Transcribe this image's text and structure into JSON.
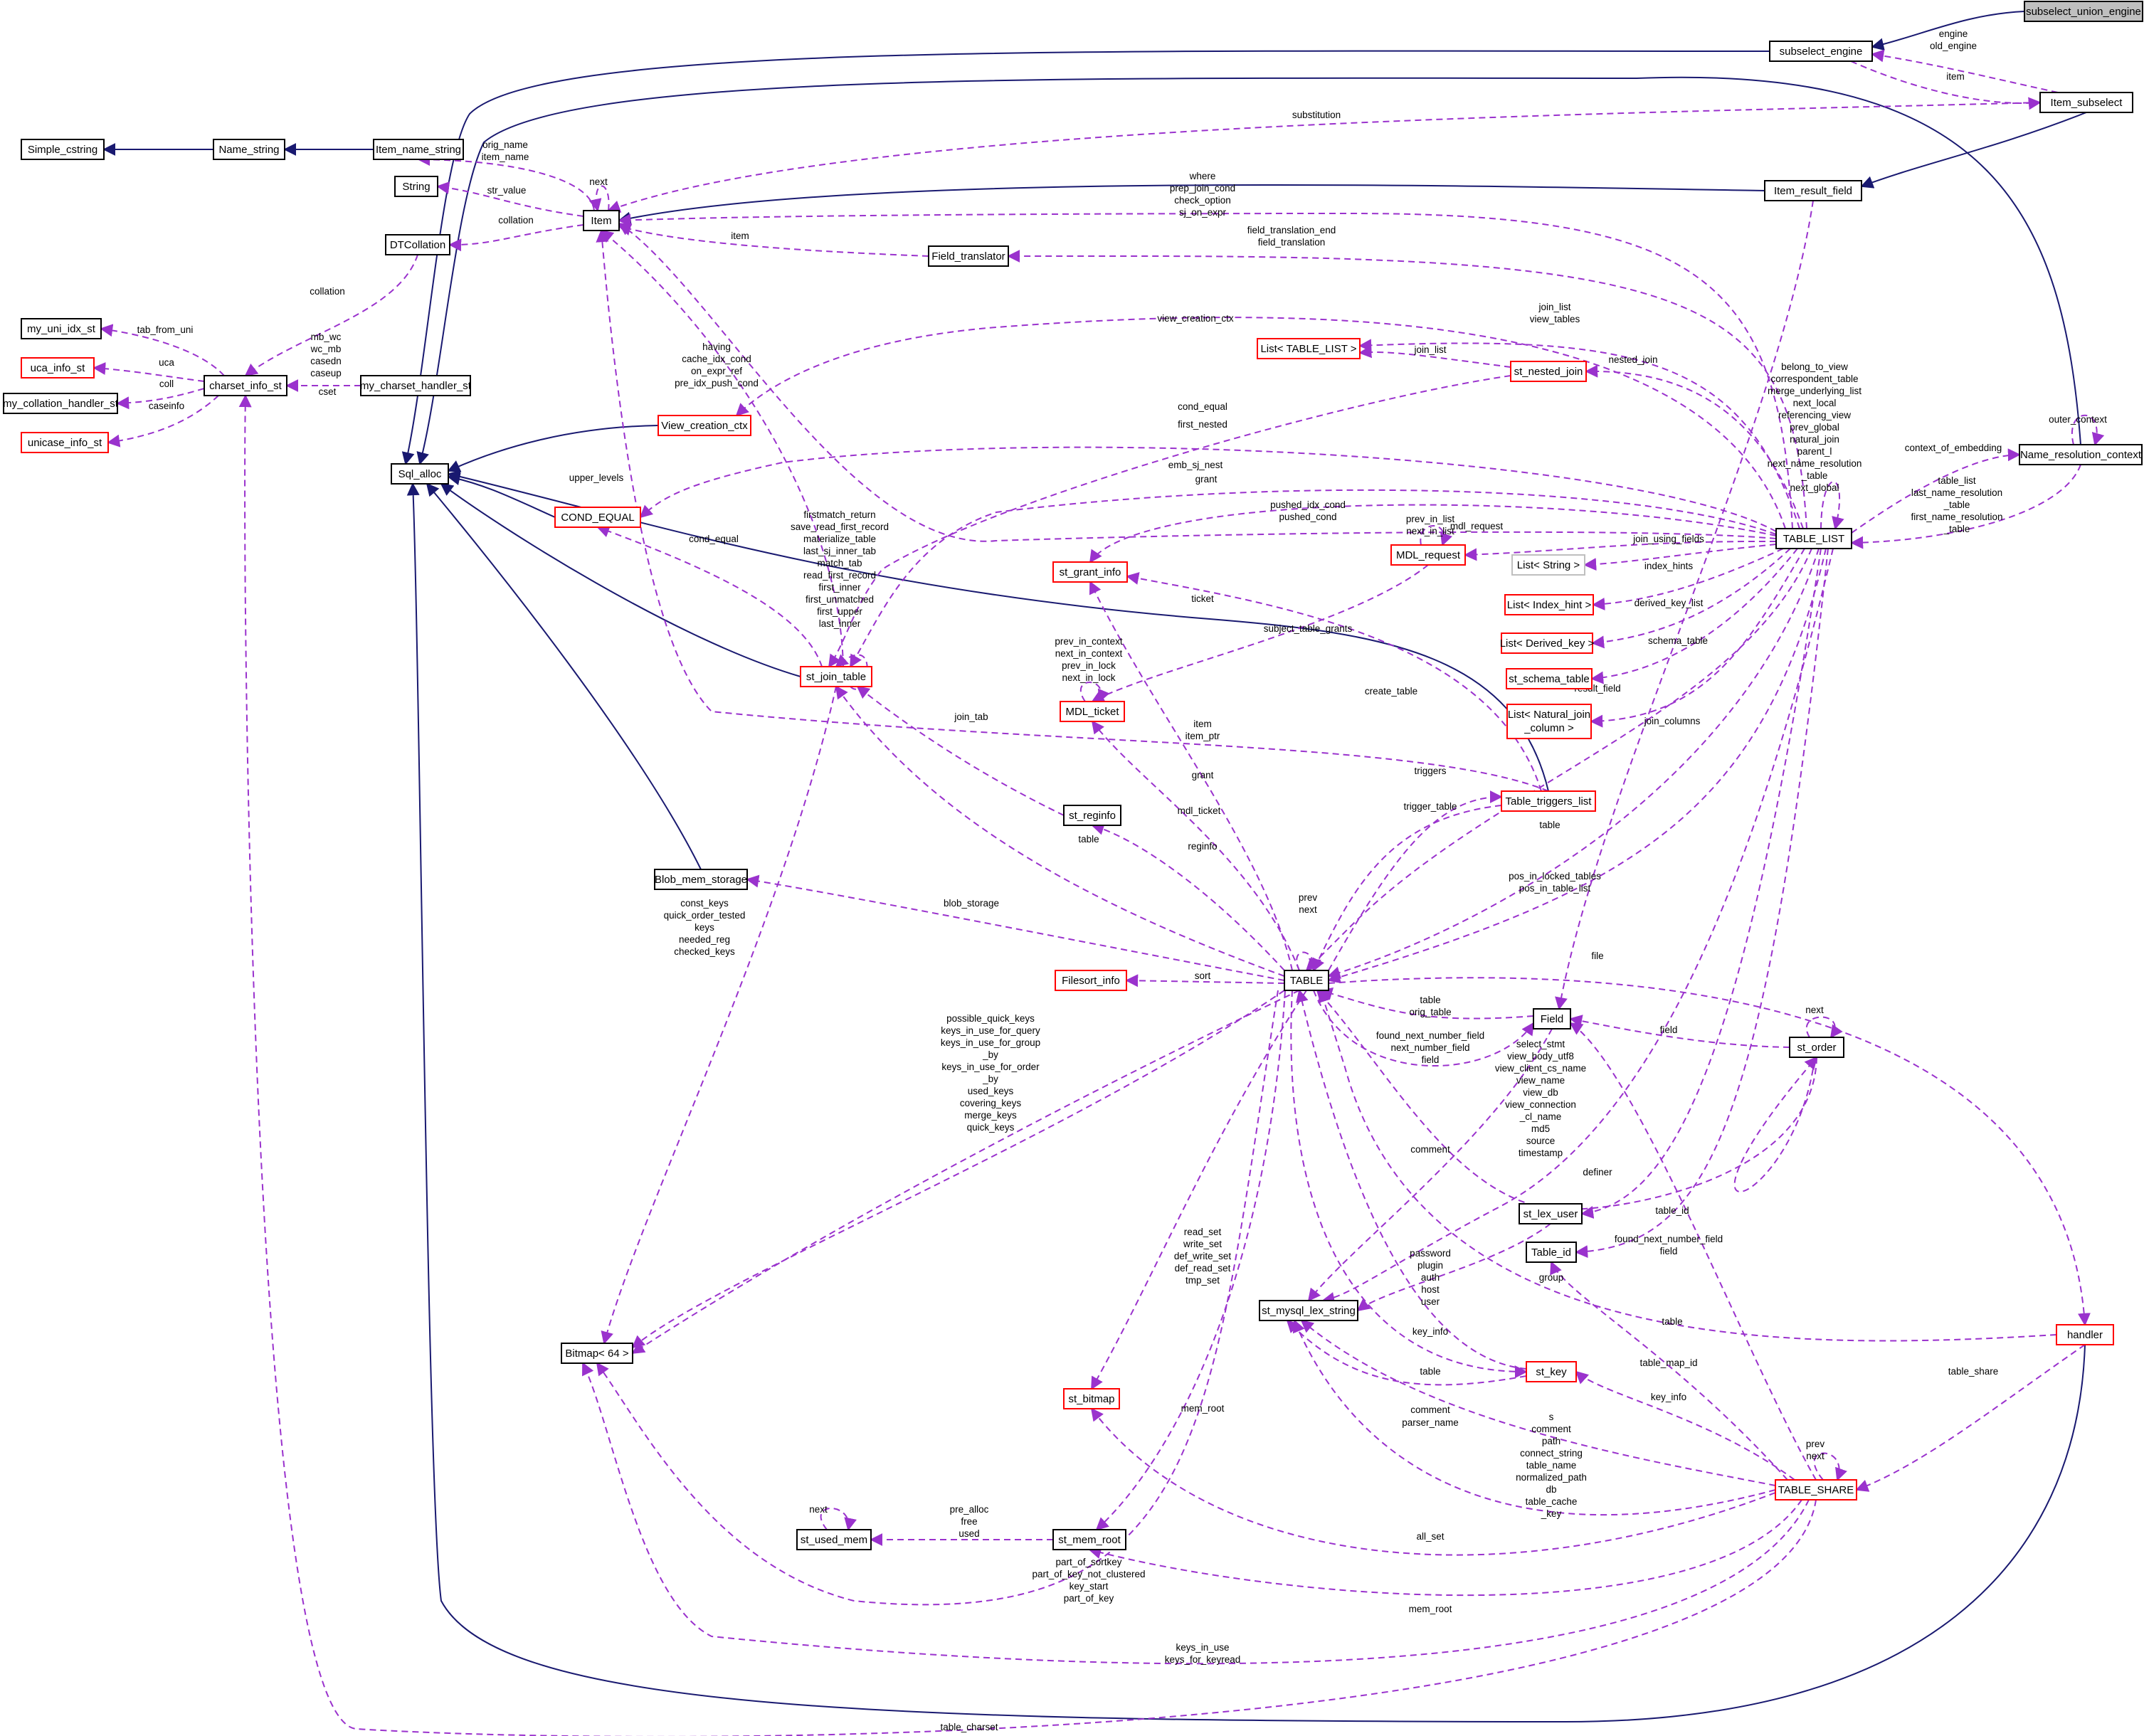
{
  "colors": {
    "inherit_edge": "#191970",
    "use_edge": "#9a32cd",
    "complete_border": "#000000",
    "incomplete_border": "#ff0000",
    "undocumented_border": "#bfbfbf",
    "root_fill": "#bfbfbf"
  },
  "nodes": {
    "subselect_union_engine": {
      "label": "subselect_union_engine",
      "kind": "root"
    },
    "subselect_engine": {
      "label": "subselect_engine",
      "kind": "normal"
    },
    "Item_subselect": {
      "label": "Item_subselect",
      "kind": "normal"
    },
    "Item_result_field": {
      "label": "Item_result_field",
      "kind": "normal"
    },
    "Name_resolution_context": {
      "label": "Name_resolution_context",
      "kind": "normal"
    },
    "Simple_cstring": {
      "label": "Simple_cstring",
      "kind": "normal"
    },
    "Name_string": {
      "label": "Name_string",
      "kind": "normal"
    },
    "Item_name_string": {
      "label": "Item_name_string",
      "kind": "normal"
    },
    "String": {
      "label": "String",
      "kind": "normal"
    },
    "Item": {
      "label": "Item",
      "kind": "normal"
    },
    "DTCollation": {
      "label": "DTCollation",
      "kind": "normal"
    },
    "Field_translator": {
      "label": "Field_translator",
      "kind": "normal"
    },
    "my_uni_idx_st": {
      "label": "my_uni_idx_st",
      "kind": "normal"
    },
    "uca_info_st": {
      "label": "uca_info_st",
      "kind": "incomplete"
    },
    "charset_info_st": {
      "label": "charset_info_st",
      "kind": "normal"
    },
    "my_charset_handler_st": {
      "label": "my_charset_handler_st",
      "kind": "normal"
    },
    "my_collation_handler_st": {
      "label": "my_collation_handler_st",
      "kind": "normal"
    },
    "unicase_info_st": {
      "label": "unicase_info_st",
      "kind": "incomplete"
    },
    "Sql_alloc": {
      "label": "Sql_alloc",
      "kind": "normal"
    },
    "COND_EQUAL": {
      "label": "COND_EQUAL",
      "kind": "incomplete"
    },
    "View_creation_ctx": {
      "label": "View_creation_ctx",
      "kind": "incomplete"
    },
    "List_TABLE_LIST": {
      "label": "List< TABLE_LIST >",
      "kind": "incomplete"
    },
    "st_nested_join": {
      "label": "st_nested_join",
      "kind": "incomplete"
    },
    "TABLE_LIST": {
      "label": "TABLE_LIST",
      "kind": "normal"
    },
    "MDL_request": {
      "label": "MDL_request",
      "kind": "incomplete"
    },
    "List_String": {
      "label": "List< String >",
      "kind": "undocumented"
    },
    "List_Index_hint": {
      "label": "List< Index_hint >",
      "kind": "incomplete"
    },
    "List_Derived_key": {
      "label": "List< Derived_key >",
      "kind": "incomplete"
    },
    "st_schema_table": {
      "label": "st_schema_table",
      "kind": "incomplete"
    },
    "List_Natural_join_column_1": {
      "label": "List< Natural_join",
      "kind": "incomplete"
    },
    "List_Natural_join_column_2": {
      "label": "_column >",
      "kind": "incomplete"
    },
    "st_grant_info": {
      "label": "st_grant_info",
      "kind": "incomplete"
    },
    "MDL_ticket": {
      "label": "MDL_ticket",
      "kind": "incomplete"
    },
    "st_join_table": {
      "label": "st_join_table",
      "kind": "incomplete"
    },
    "st_reginfo": {
      "label": "st_reginfo",
      "kind": "normal"
    },
    "Table_triggers_list": {
      "label": "Table_triggers_list",
      "kind": "incomplete"
    },
    "Blob_mem_storage": {
      "label": "Blob_mem_storage",
      "kind": "normal"
    },
    "Filesort_info": {
      "label": "Filesort_info",
      "kind": "incomplete"
    },
    "TABLE": {
      "label": "TABLE",
      "kind": "normal"
    },
    "Field": {
      "label": "Field",
      "kind": "normal"
    },
    "st_order": {
      "label": "st_order",
      "kind": "normal"
    },
    "st_lex_user": {
      "label": "st_lex_user",
      "kind": "normal"
    },
    "Table_id": {
      "label": "Table_id",
      "kind": "normal"
    },
    "Bitmap64": {
      "label": "Bitmap< 64 >",
      "kind": "normal"
    },
    "st_mysql_lex_string": {
      "label": "st_mysql_lex_string",
      "kind": "normal"
    },
    "handler": {
      "label": "handler",
      "kind": "incomplete"
    },
    "st_key": {
      "label": "st_key",
      "kind": "incomplete"
    },
    "st_bitmap": {
      "label": "st_bitmap",
      "kind": "incomplete"
    },
    "TABLE_SHARE": {
      "label": "TABLE_SHARE",
      "kind": "incomplete"
    },
    "st_used_mem": {
      "label": "st_used_mem",
      "kind": "normal"
    },
    "st_mem_root": {
      "label": "st_mem_root",
      "kind": "normal"
    }
  },
  "edge_labels": {
    "engine_old_engine": [
      "engine",
      "old_engine"
    ],
    "item": [
      "item"
    ],
    "substitution": [
      "substitution"
    ],
    "orig_name_item_name": [
      "orig_name",
      "item_name"
    ],
    "next_item": [
      "next"
    ],
    "str_value": [
      "str_value"
    ],
    "collation_item": [
      "collation"
    ],
    "where_group": [
      "where",
      "prep_join_cond",
      "check_option",
      "sj_on_expr"
    ],
    "item_field_translator": [
      "item"
    ],
    "field_translation": [
      "field_translation_end",
      "field_translation"
    ],
    "collation_charset": [
      "collation"
    ],
    "tab_from_uni": [
      "tab_from_uni"
    ],
    "charset_handler_fields": [
      "mb_wc",
      "wc_mb",
      "casedn",
      "caseup"
    ],
    "uca": [
      "uca"
    ],
    "cset": [
      "cset"
    ],
    "coll": [
      "coll"
    ],
    "caseinfo": [
      "caseinfo"
    ],
    "having_group": [
      "having",
      "cache_idx_cond",
      "on_expr_ref",
      "pre_idx_push_cond"
    ],
    "view_creation_ctx": [
      "view_creation_ctx"
    ],
    "join_list_group": [
      "join_list",
      "view_tables"
    ],
    "join_list": [
      "join_list"
    ],
    "nested_join": [
      "nested_join"
    ],
    "table_list_self": [
      "belong_to_view",
      "correspondent_table",
      "merge_underlying_list",
      "next_local",
      "referencing_view",
      "prev_global",
      "natural_join",
      "parent_l",
      "next_name_resolution",
      "_table",
      "next_global"
    ],
    "outer_context": [
      "outer_context"
    ],
    "context_of_embedding": [
      "context_of_embedding"
    ],
    "name_resolution_group": [
      "table_list",
      "last_name_resolution",
      "_table",
      "first_name_resolution",
      "_table"
    ],
    "cond_equal_table_list": [
      "cond_equal"
    ],
    "first_nested": [
      "first_nested"
    ],
    "upper_levels": [
      "upper_levels"
    ],
    "cond_equal_join": [
      "cond_equal"
    ],
    "emb_sj_nest": [
      "emb_sj_nest"
    ],
    "grant": [
      "grant"
    ],
    "pushed_group": [
      "pushed_idx_cond",
      "pushed_cond"
    ],
    "mdl_request_self": [
      "prev_in_list",
      "next_in_list"
    ],
    "mdl_request": [
      "mdl_request"
    ],
    "join_using_fields": [
      "join_using_fields"
    ],
    "index_hints": [
      "index_hints"
    ],
    "derived_key_list": [
      "derived_key_list"
    ],
    "schema_table": [
      "schema_table"
    ],
    "join_columns": [
      "join_columns"
    ],
    "join_tab_self": [
      "firstmatch_return",
      "save_read_first_record",
      "materialize_table",
      "last_sj_inner_tab",
      "match_tab",
      "read_first_record",
      "first_inner",
      "first_unmatched",
      "first_upper",
      "last_inner"
    ],
    "ticket": [
      "ticket"
    ],
    "mdl_ticket_self": [
      "prev_in_context",
      "next_in_context",
      "prev_in_lock",
      "next_in_lock"
    ],
    "subject_table_grants": [
      "subject_table_grants"
    ],
    "create_table": [
      "create_table"
    ],
    "result_field": [
      "result_field"
    ],
    "item_item_ptr": [
      "item",
      "item_ptr"
    ],
    "join_tab": [
      "join_tab"
    ],
    "grant_table": [
      "grant"
    ],
    "triggers": [
      "triggers"
    ],
    "trigger_table": [
      "trigger_table"
    ],
    "mdl_ticket": [
      "mdl_ticket"
    ],
    "table_join": [
      "table"
    ],
    "table_from_list": [
      "table"
    ],
    "reginfo": [
      "reginfo"
    ],
    "pos_locked": [
      "pos_in_locked_tables",
      "pos_in_table_list"
    ],
    "blob_storage": [
      "blob_storage"
    ],
    "const_keys_group": [
      "const_keys",
      "quick_order_tested",
      "keys",
      "needed_reg",
      "checked_keys"
    ],
    "prev_next_table": [
      "prev",
      "next"
    ],
    "file": [
      "file"
    ],
    "sort": [
      "sort"
    ],
    "table_orig_table": [
      "table",
      "orig_table"
    ],
    "found_next_number_field": [
      "found_next_number_field",
      "next_number_field",
      "field"
    ],
    "next_order": [
      "next"
    ],
    "field_order": [
      "field"
    ],
    "lex_strings_table_list": [
      "select_stmt",
      "view_body_utf8",
      "view_client_cs_name",
      "view_name",
      "view_db",
      "view_connection",
      "_cl_name",
      "md5",
      "source",
      "timestamp"
    ],
    "possible_keys_group": [
      "possible_quick_keys",
      "keys_in_use_for_query",
      "keys_in_use_for_group",
      "_by",
      "keys_in_use_for_order",
      "_by",
      "used_keys",
      "covering_keys",
      "merge_keys",
      "quick_keys"
    ],
    "comment_field": [
      "comment"
    ],
    "definer": [
      "definer"
    ],
    "table_id": [
      "table_id"
    ],
    "found_next_number_field_share": [
      "found_next_number_field",
      "field"
    ],
    "read_set_group": [
      "read_set",
      "write_set",
      "def_write_set",
      "def_read_set",
      "tmp_set"
    ],
    "lex_user_fields": [
      "password",
      "plugin",
      "auth",
      "host",
      "user"
    ],
    "group": [
      "group"
    ],
    "table_handler": [
      "table"
    ],
    "key_info": [
      "key_info"
    ],
    "table_map_id": [
      "table_map_id"
    ],
    "table_share": [
      "table_share"
    ],
    "table_key": [
      "table"
    ],
    "comment_key": [
      "comment"
    ],
    "parser_name": [
      "parser_name"
    ],
    "key_info_share": [
      "key_info"
    ],
    "mem_root_table": [
      "mem_root"
    ],
    "prev_next_share": [
      "prev",
      "next"
    ],
    "share_strings": [
      "s",
      "comment",
      "path",
      "connect_string",
      "table_name",
      "normalized_path",
      "db",
      "table_cache",
      "_key"
    ],
    "next_used_mem": [
      "next"
    ],
    "mem_root_fields": [
      "pre_alloc",
      "free",
      "used"
    ],
    "all_set": [
      "all_set"
    ],
    "part_of_sortkey_group": [
      "part_of_sortkey",
      "part_of_key_not_clustered",
      "key_start",
      "part_of_key"
    ],
    "mem_root_share": [
      "mem_root"
    ],
    "keys_in_use_group": [
      "keys_in_use",
      "keys_for_keyread"
    ],
    "table_charset": [
      "table_charset"
    ]
  }
}
